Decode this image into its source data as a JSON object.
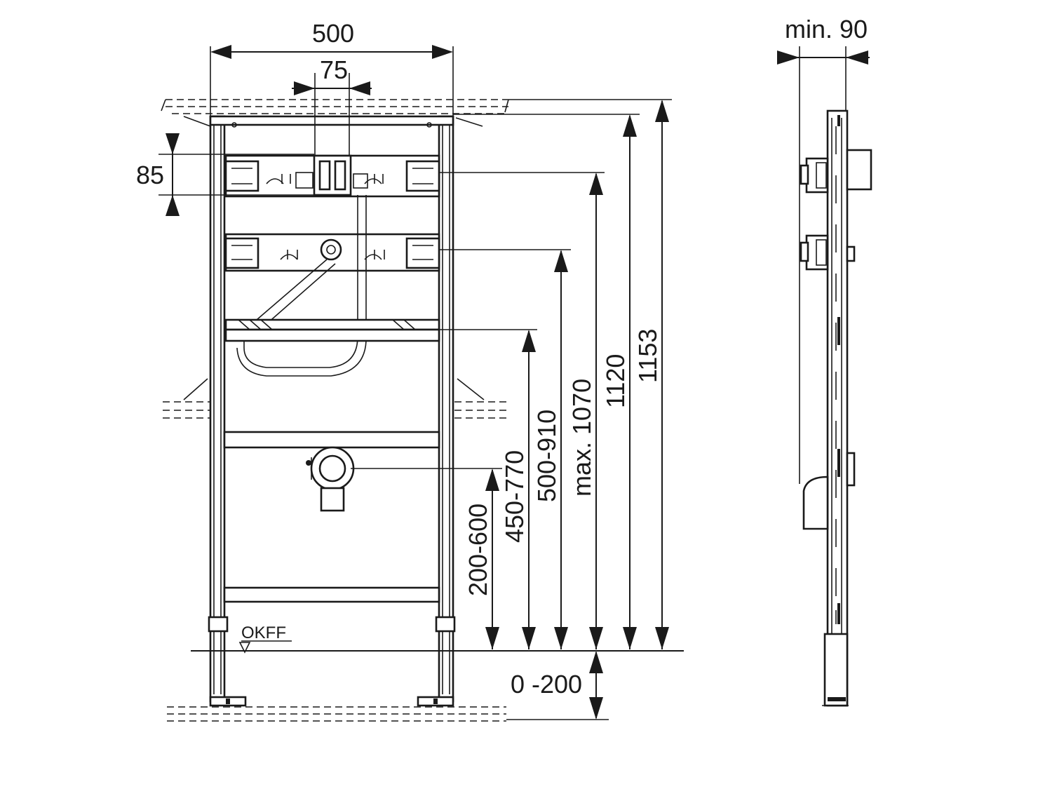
{
  "dimensions": {
    "width_total": "500",
    "connection_spacing": "75",
    "bracket_height": "85",
    "drain_height": "200-600",
    "lower_bar_height": "450-770",
    "middle_bar_height": "500-910",
    "upper_bar_height": "max. 1070",
    "frame_height": "1120",
    "total_height": "1153",
    "foot_adjust": "0 -200",
    "side_depth": "min. 90"
  },
  "reference": {
    "floor_level": "OKFF"
  }
}
